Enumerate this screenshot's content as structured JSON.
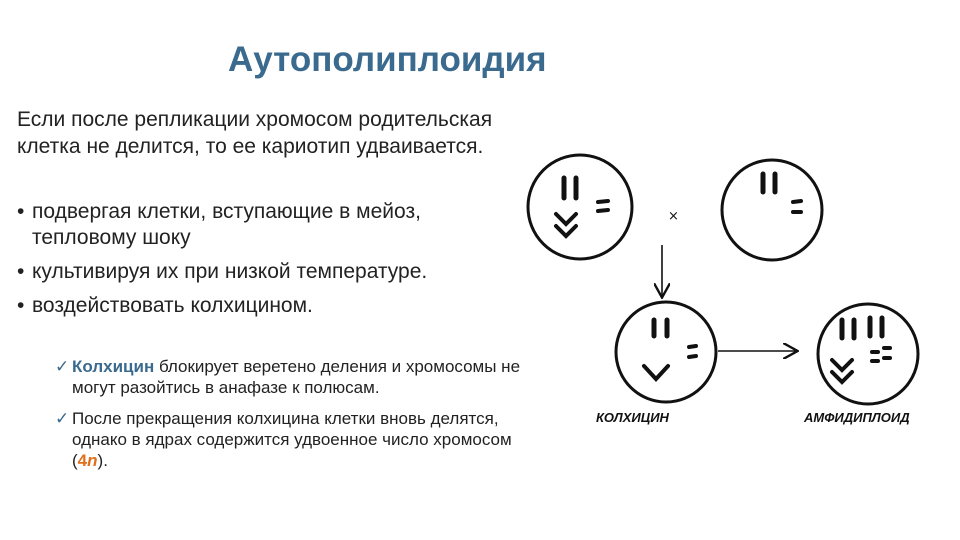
{
  "title": "Аутополиплоидия",
  "intro": "Если после репликации хромосом родительская клетка не делится, то ее кариотип удваивается.",
  "bullets": [
    "подвергая клетки, вступающие в мейоз, тепловому шоку",
    " культивируя их при низкой температуре.",
    "воздействовать колхицином."
  ],
  "bullet_symbol": "•",
  "check_symbol": "✓",
  "subs": {
    "first_highlight": "Колхицин",
    "first_rest": " блокирует веретено деления и хромосомы не могут разойтись в анафазе к полюсам.",
    "second_before": "После прекращения колхицина клетки вновь делятся, однако в ядрах содержится удвоенное число хромосом (",
    "second_num": "4",
    "second_var": "n",
    "second_after": ")."
  },
  "diagram": {
    "cross_symbol": "×",
    "label_left": "КОЛХИЦИН",
    "label_right": "АМФИДИПЛОИД"
  },
  "colors": {
    "accent": "#3a6a8e",
    "highlight_orange": "#e0701c",
    "text": "#222222"
  }
}
